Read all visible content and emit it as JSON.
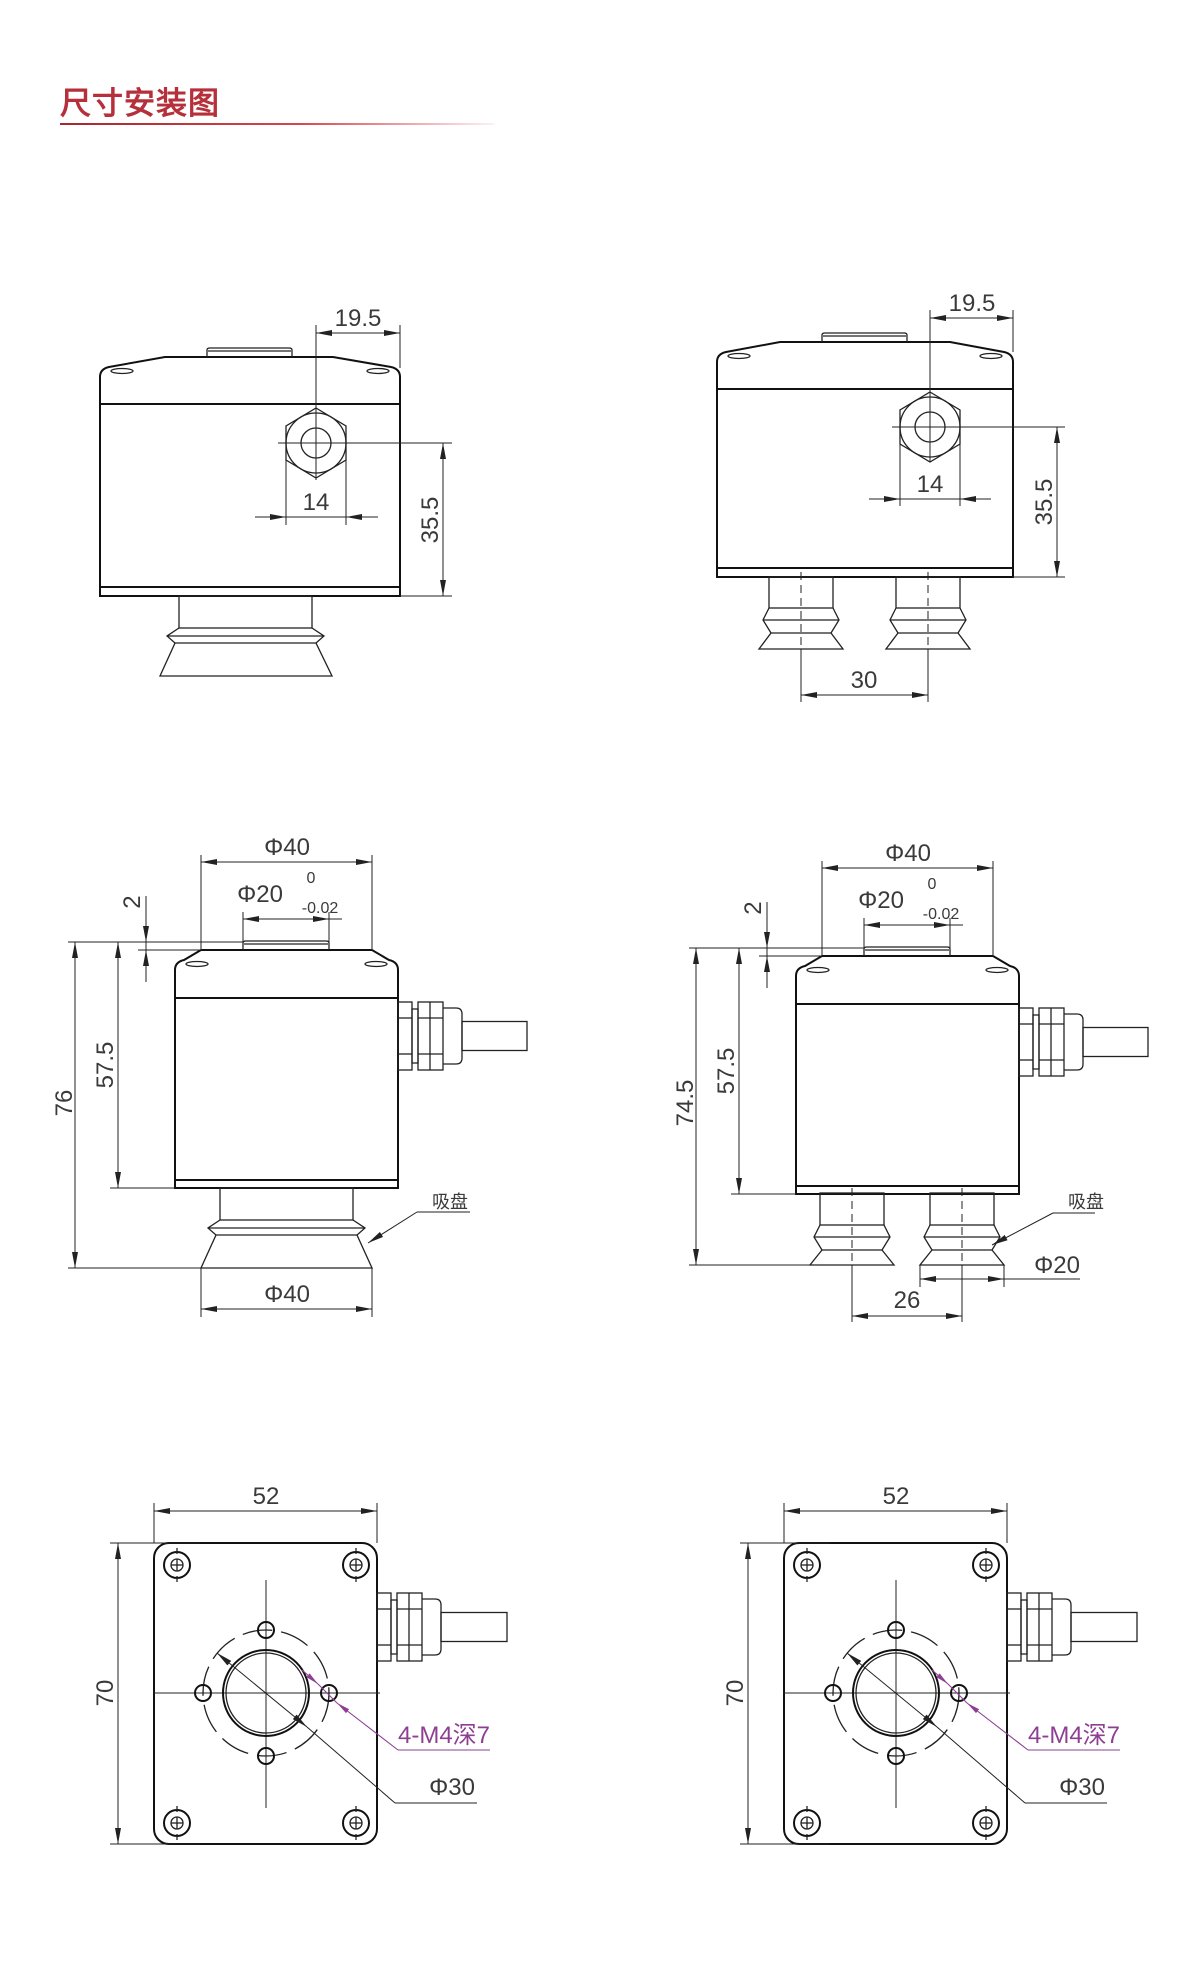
{
  "title": "尺寸安装图",
  "views": [
    {
      "dims": {
        "top_offset": "19.5",
        "hex": "14",
        "height": "35.5"
      }
    },
    {
      "dims": {
        "top_offset": "19.5",
        "hex": "14",
        "height": "35.5",
        "spacing": "30"
      }
    },
    {
      "dims": {
        "outer_dia": "Φ40",
        "boss_dia": "Φ20",
        "tol_upper": "0",
        "tol_lower": "-0.02",
        "boss_height": "2",
        "total_height": "76",
        "body_height": "57.5",
        "cup_dia": "Φ40"
      },
      "label": "吸盘"
    },
    {
      "dims": {
        "outer_dia": "Φ40",
        "boss_dia": "Φ20",
        "tol_upper": "0",
        "tol_lower": "-0.02",
        "boss_height": "2",
        "total_height": "74.5",
        "body_height": "57.5",
        "cup_dia": "Φ20",
        "spacing": "26"
      },
      "label": "吸盘"
    },
    {
      "dims": {
        "width": "52",
        "height": "70",
        "bore": "Φ30"
      },
      "thread_note": "4-M4深7"
    },
    {
      "dims": {
        "width": "52",
        "height": "70",
        "bore": "Φ30"
      },
      "thread_note": "4-M4深7"
    }
  ],
  "colors": {
    "title": "#b5303a",
    "line": "#222222",
    "note": "#8e3f93"
  }
}
